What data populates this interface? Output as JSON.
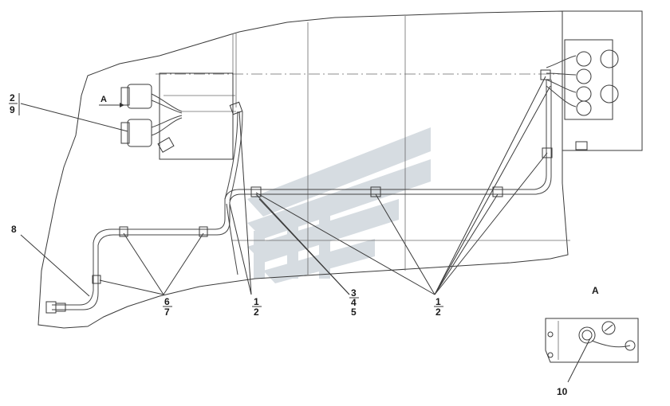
{
  "colors": {
    "line": "#3a3a3a",
    "watermark": "#cfd6dc",
    "background": "#ffffff"
  },
  "labels": {
    "view_a_arrow": "A",
    "view_a_title": "A",
    "callout_2_9": [
      "2",
      "9"
    ],
    "callout_8": "8",
    "callout_6_7": [
      "6",
      "7"
    ],
    "callout_1_2_left": [
      "1",
      "2"
    ],
    "callout_3_4_5": [
      "3",
      "4",
      "5"
    ],
    "callout_1_2_right": [
      "1",
      "2"
    ],
    "callout_10": "10"
  }
}
